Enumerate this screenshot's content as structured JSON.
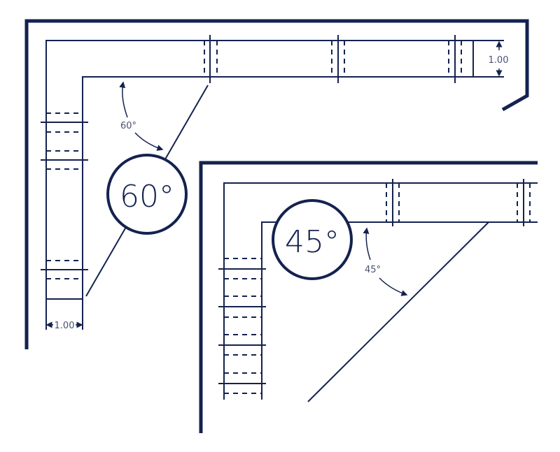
{
  "diagram_60": {
    "angle_badge": "60°",
    "angle_annotation": "60°",
    "width_dimension": "1.00",
    "height_dimension": "1.00"
  },
  "diagram_45": {
    "angle_badge": "45°",
    "angle_annotation": "45°"
  },
  "colors": {
    "line": "#14224f",
    "annotation": "#4a5270"
  }
}
